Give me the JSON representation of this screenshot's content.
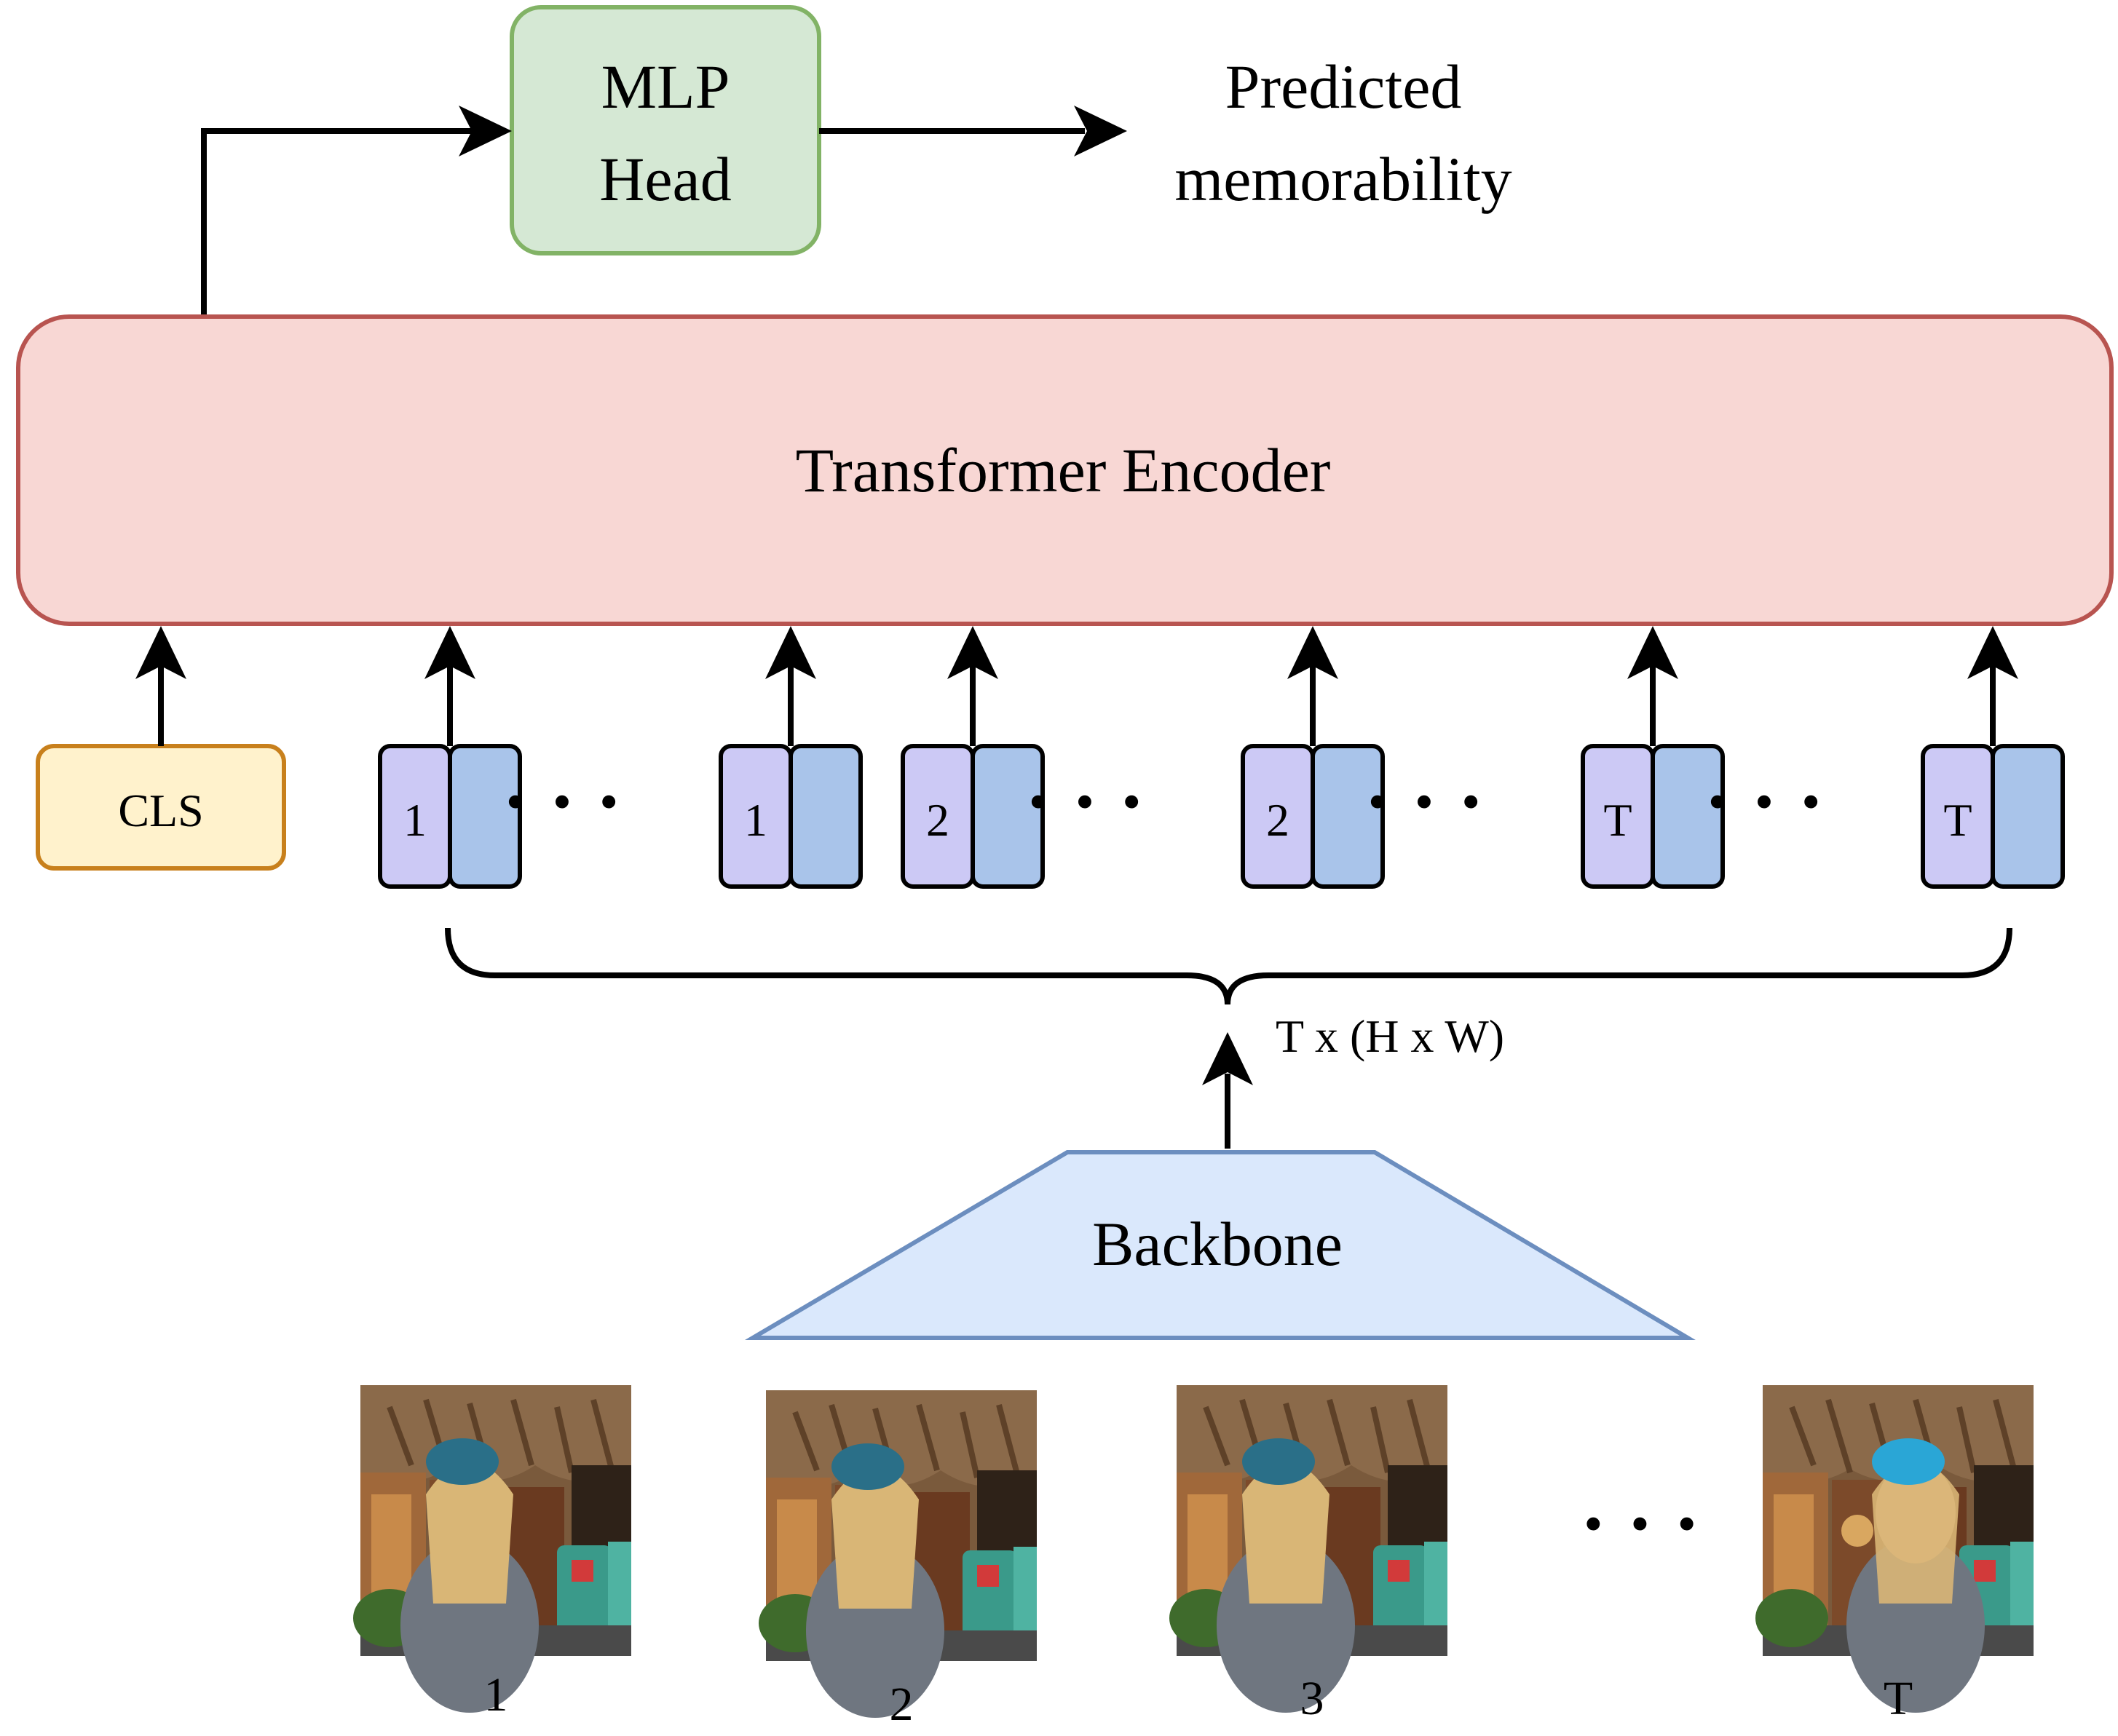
{
  "mlp_head": {
    "line1": "MLP",
    "line2": "Head",
    "fill": "#d5e8d4",
    "stroke": "#82b366"
  },
  "output": {
    "line1": "Predicted",
    "line2": "memorability"
  },
  "encoder": {
    "label": "Transformer Encoder",
    "fill": "#f8d7d4",
    "stroke": "#b85450"
  },
  "cls": {
    "label": "CLS",
    "fill": "#fff2cc",
    "stroke": "#c8801c"
  },
  "tokens": [
    {
      "label": "1"
    },
    {
      "label": "1"
    },
    {
      "label": "2"
    },
    {
      "label": "2"
    },
    {
      "label": "T"
    },
    {
      "label": "T"
    }
  ],
  "token_colors": {
    "index_fill": "#ccc9f5",
    "feature_fill": "#a9c4ea"
  },
  "ellipsis": "· · ·",
  "shape_label": "T x (H x W)",
  "backbone": {
    "label": "Backbone",
    "fill": "#dae8fc",
    "stroke": "#6c8ebf"
  },
  "frames": [
    {
      "label": "1"
    },
    {
      "label": "2"
    },
    {
      "label": "3"
    },
    {
      "label": "T"
    }
  ]
}
